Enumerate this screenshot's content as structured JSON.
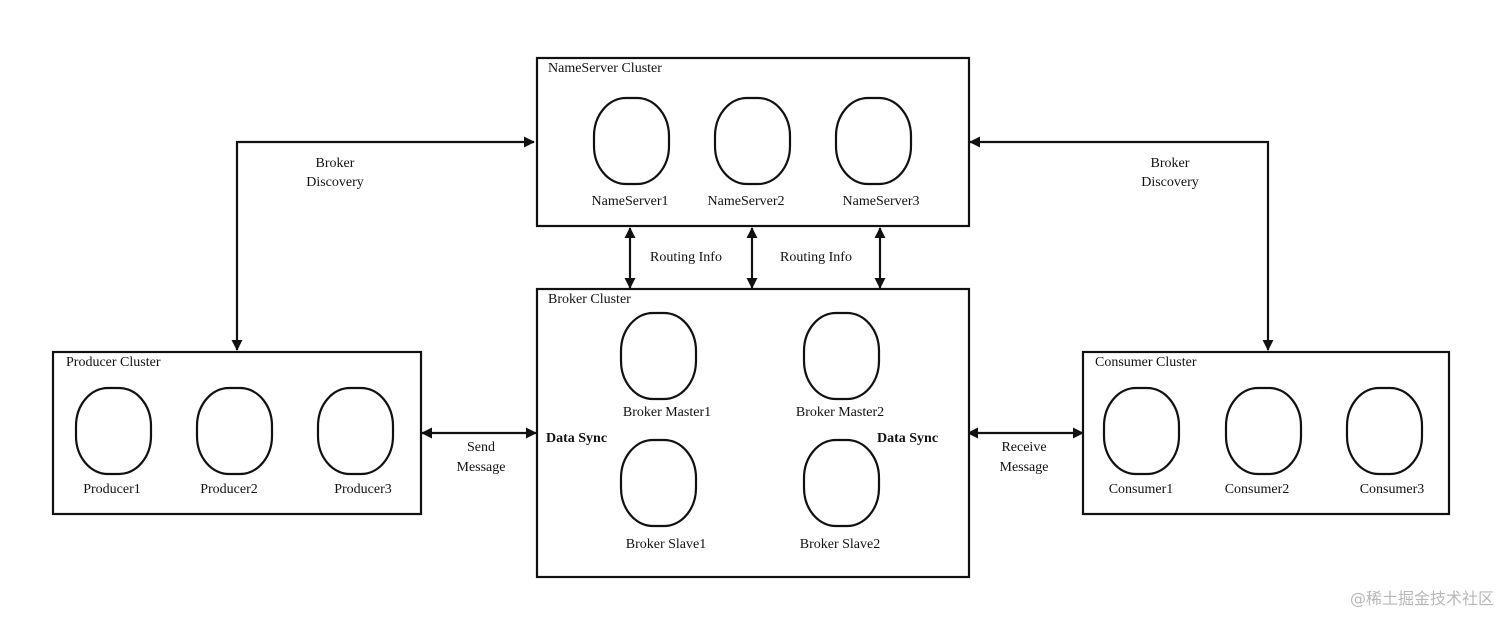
{
  "clusters": {
    "nameserver": {
      "title": "NameServer Cluster",
      "nodes": [
        "NameServer1",
        "NameServer2",
        "NameServer3"
      ]
    },
    "broker": {
      "title": "Broker Cluster",
      "nodes": [
        "Broker Master1",
        "Broker Master2",
        "Broker Slave1",
        "Broker Slave2"
      ]
    },
    "producer": {
      "title": "Producer Cluster",
      "nodes": [
        "Producer1",
        "Producer2",
        "Producer3"
      ]
    },
    "consumer": {
      "title": "Consumer Cluster",
      "nodes": [
        "Consumer1",
        "Consumer2",
        "Consumer3"
      ]
    }
  },
  "edges": {
    "broker_discovery_left": [
      "Broker",
      "Discovery"
    ],
    "broker_discovery_right": [
      "Broker",
      "Discovery"
    ],
    "routing_info_left": "Routing Info",
    "routing_info_right": "Routing Info",
    "send_message": [
      "Send",
      "Message"
    ],
    "receive_message": [
      "Receive",
      "Message"
    ],
    "data_sync_left": "Data Sync",
    "data_sync_right": "Data Sync"
  },
  "watermark": "@稀土掘金技术社区",
  "colors": {
    "stroke": "#111111",
    "background": "#ffffff",
    "watermark": "#b8b8b8"
  }
}
